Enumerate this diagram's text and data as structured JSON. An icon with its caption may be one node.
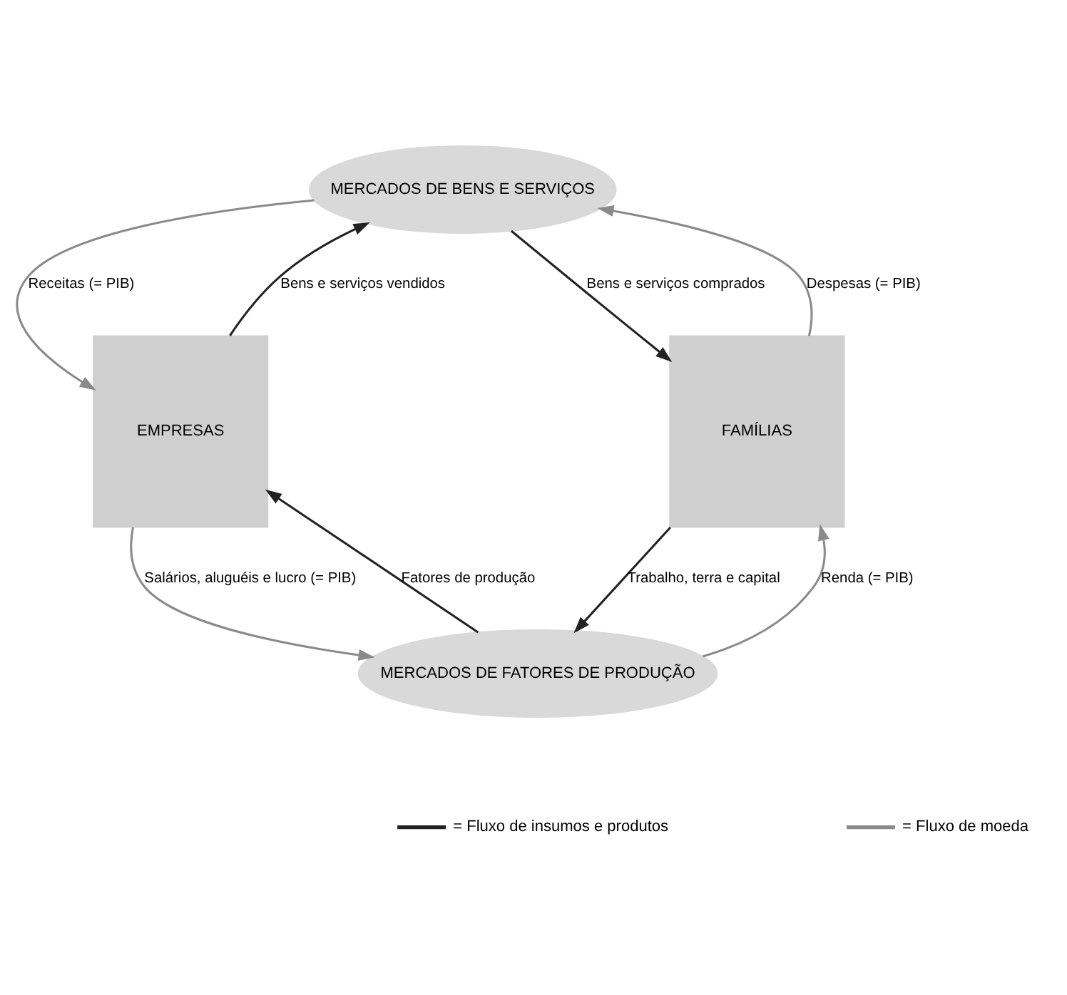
{
  "diagram": {
    "nodes": [
      {
        "text": [
          "MERCADOS DE BENS E SERVIÇOS"
        ]
      },
      {
        "text": [
          "EMPRESAS"
        ]
      },
      {
        "text": [
          "FAMÍLIAS"
        ]
      },
      {
        "text": [
          "MERCADOS DE FATORES DE PRODUÇÃO"
        ]
      }
    ],
    "edges": [
      {
        "from": 0,
        "to": 1,
        "arrow": "to",
        "label": "Receitas (= PIB)",
        "color": "#8a8a8a"
      },
      {
        "from": 1,
        "to": 0,
        "arrow": "to",
        "label": "Bens e serviços vendidos",
        "color": "#222222"
      },
      {
        "from": 2,
        "to": 0,
        "arrow": "to",
        "label": "Despesas (= PIB)",
        "color": "#8a8a8a"
      },
      {
        "from": 0,
        "to": 2,
        "arrow": "to",
        "label": "Bens e serviços comprados",
        "color": "#222222"
      },
      {
        "from": 3,
        "to": 1,
        "arrow": "to",
        "label": "Fatores de produção",
        "color": "#222222"
      },
      {
        "from": 1,
        "to": 3,
        "arrow": "to",
        "label": "Salários, aluguéis e lucro (= PIB)",
        "color": "#8a8a8a"
      },
      {
        "from": 2,
        "to": 3,
        "arrow": "to",
        "label": "Trabalho, terra e capital",
        "color": "#222222"
      },
      {
        "from": 3,
        "to": 2,
        "arrow": "to",
        "label": "Renda (= PIB)",
        "color": "#8a8a8a"
      }
    ],
    "legend": [
      {
        "text": "= Fluxo de insumos e produtos"
      },
      {
        "text": "= Fluxo de moeda"
      }
    ]
  }
}
